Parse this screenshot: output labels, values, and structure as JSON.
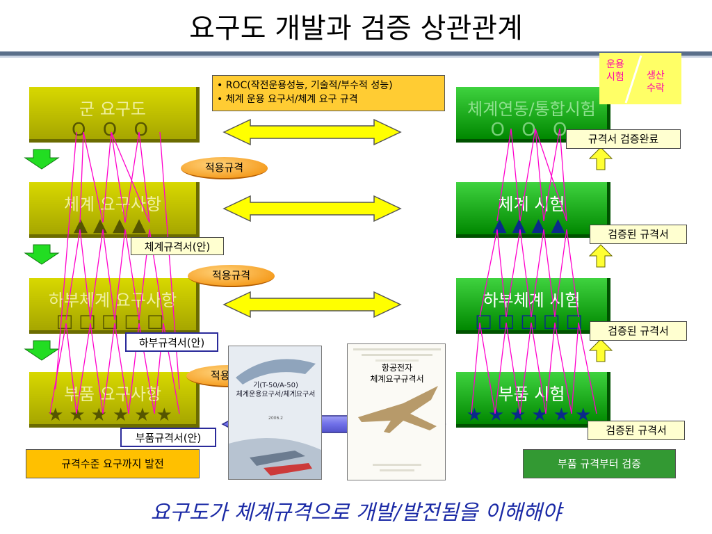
{
  "title": "요구도 개발과 검증 상관관계",
  "left_column": [
    {
      "title": "군 요구도",
      "marks": "O O O"
    },
    {
      "title": "체계 요구사항",
      "marks": "▲▲▲▲"
    },
    {
      "title": "하부체계 요구사항",
      "marks": "□□□□□"
    },
    {
      "title": "부품 요구사항",
      "marks": "★★★★★★"
    }
  ],
  "right_column": [
    {
      "title": "체계연동/통합시험",
      "marks": "O O O"
    },
    {
      "title": "체계 시험",
      "marks": "▲▲▲▲"
    },
    {
      "title": "하부체계 시험",
      "marks": "□□□□□"
    },
    {
      "title": "부품 시험",
      "marks": "★★★★★★"
    }
  ],
  "roc_bullets": [
    "• ROC(작전운용성능, 기술적/부수적 성능)",
    "• 체계 운용 요구서/체계 요구 규격"
  ],
  "apply_label": "적용규격",
  "spec_drafts": {
    "system": "체계규격서(안)",
    "subsystem": "하부규격서(안)",
    "part": "부품규격서(안)"
  },
  "verify_labels": {
    "complete": "규격서 검증완료",
    "verified": "검증된 규격서"
  },
  "legend": {
    "line1a": "운용",
    "line1b": "시험",
    "line2a": "생산",
    "line2b": "수락"
  },
  "doc1": {
    "title_line1": "기(T-50/A-50)",
    "title_line2": "체계운용요구서/체계요구서",
    "date": "2006.2"
  },
  "doc2": {
    "overlay_line1": "항공전자",
    "overlay_line2": "체계요구규격서"
  },
  "note_left": "규격수준 요구까지 발전",
  "note_right": "부품 규격부터 검증",
  "summary": "요구도가 체계규격으로 개발/발전됨을 이해해야",
  "colors": {
    "yellow_box": "#c0c000",
    "green_box": "#1faa1f",
    "connector_line": "#ff00cc",
    "summary_text": "#1b2aa6",
    "arrow_fill": "#ffff00"
  }
}
